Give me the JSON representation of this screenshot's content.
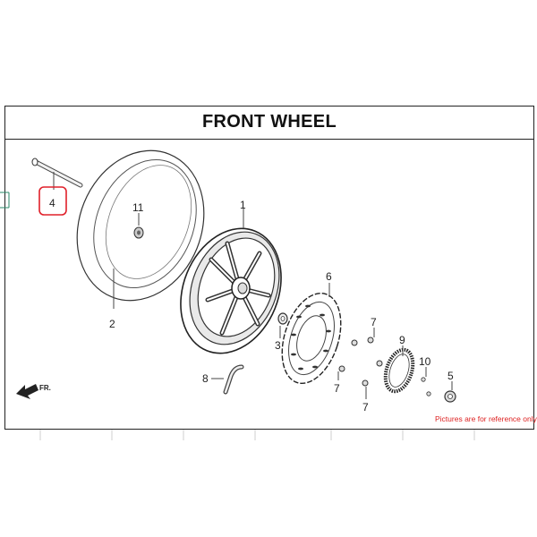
{
  "title": "FRONT WHEEL",
  "callouts": {
    "p1": "1",
    "p2": "2",
    "p3": "3",
    "p4": "4",
    "p5": "5",
    "p6": "6",
    "p7a": "7",
    "p7b": "7",
    "p7c": "7",
    "p8": "8",
    "p9": "9",
    "p10": "10",
    "p11": "11"
  },
  "direction_label": "FR.",
  "note": "Pictures are for reference only",
  "highlight_color": "#e0202a",
  "note_color": "#dd2222"
}
